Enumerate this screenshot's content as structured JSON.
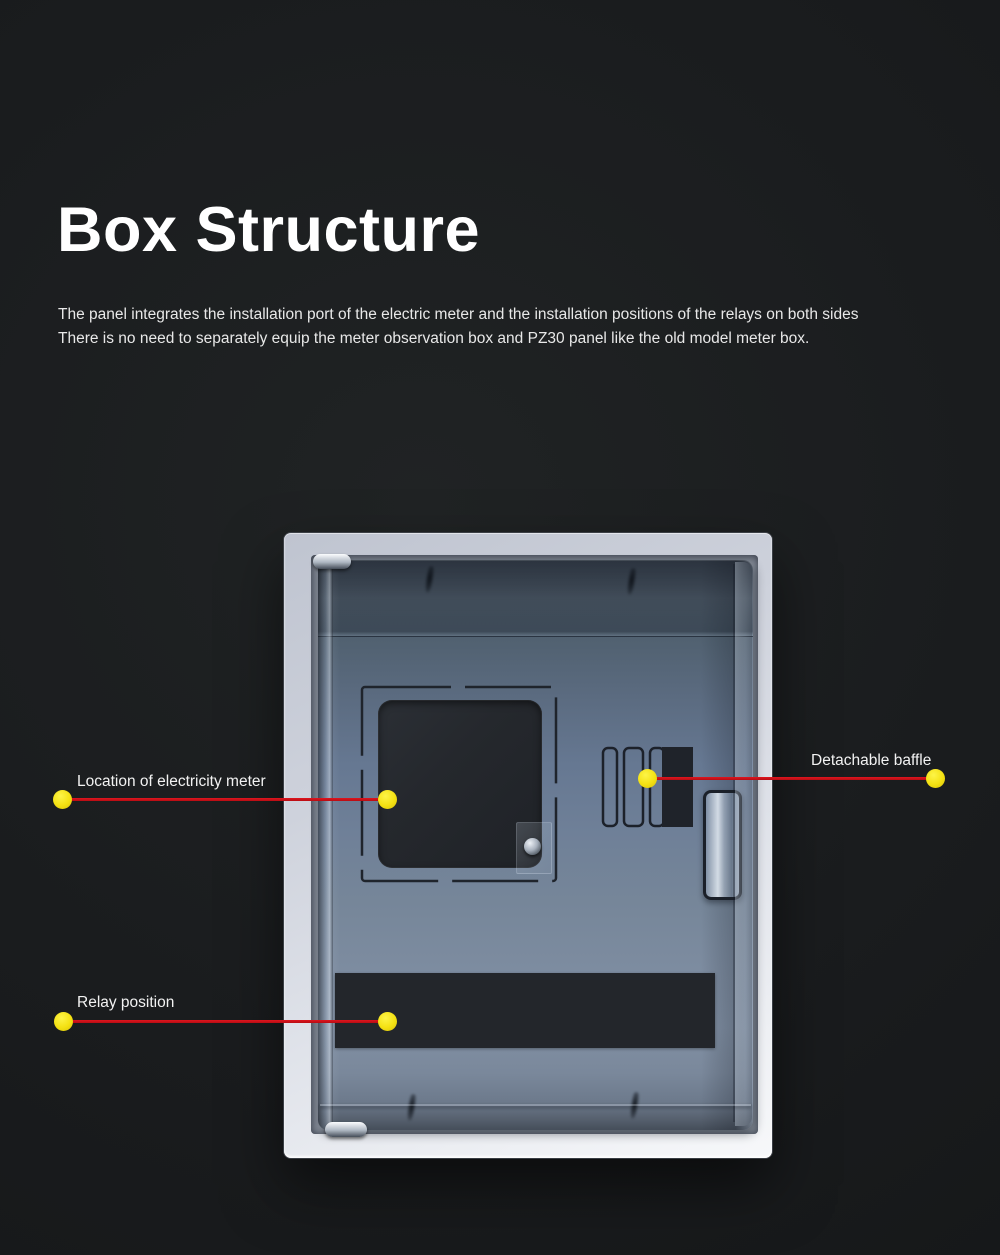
{
  "header": {
    "title": "Box Structure",
    "description_line1": "The panel integrates the installation port of the electric meter and the installation positions of the relays on both sides",
    "description_line2": "There is no need to separately equip the meter observation box and PZ30 panel like the old model meter box."
  },
  "annotations": {
    "meter": {
      "label": "Location of electricity meter"
    },
    "baffle": {
      "label": "Detachable baffle"
    },
    "relay": {
      "label": "Relay position"
    }
  },
  "colors": {
    "background": "#17191b",
    "title_text": "#ffffff",
    "body_text": "#e8e8e8",
    "callout_line_red": "#c90f17",
    "callout_dot_yellow": "#f2df12",
    "frame_light": "#eef0f4",
    "cover_blue_gray": "#6b7c93",
    "cutout_dark": "#23262b"
  }
}
